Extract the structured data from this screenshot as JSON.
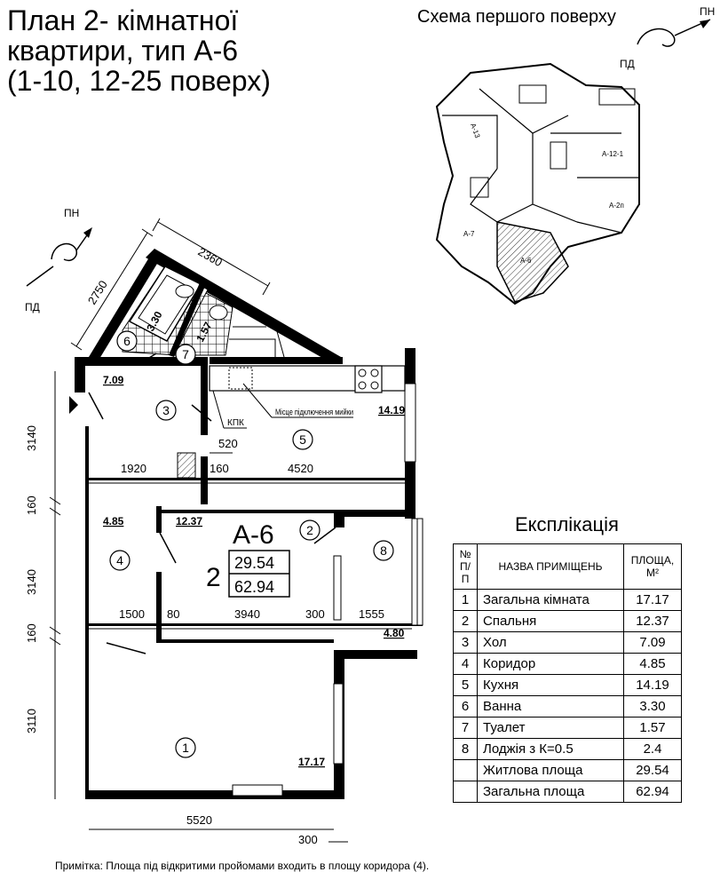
{
  "title_lines": [
    "План 2- кімнатної",
    "квартири, тип А-6",
    "(1-10, 12-25 поверх)"
  ],
  "schema": {
    "title": "Схема першого поверху",
    "north": "ПН",
    "south": "ПД",
    "apartment_labels": [
      "А-13",
      "А-12-1",
      "А-2п",
      "А-7",
      "А-6"
    ]
  },
  "compass": {
    "north": "ПН",
    "south": "ПД"
  },
  "plan": {
    "type_label": "А-6",
    "rooms_count": "2",
    "living_area": "29.54",
    "total_area": "62.94",
    "kpk_label": "КПК",
    "sink_label": "Місце підключення мийки",
    "room_numbers": [
      "1",
      "2",
      "3",
      "4",
      "5",
      "6",
      "7",
      "8"
    ],
    "room_areas": {
      "r1": "17.17",
      "r2": "12.37",
      "r3": "7.09",
      "r4": "4.85",
      "r5": "14.19",
      "r6": "3.30",
      "r7": "1.57",
      "r8": "4.80"
    },
    "dims": {
      "d2360": "2360",
      "d2750": "2750",
      "d520": "520",
      "d160a": "160",
      "d1920": "1920",
      "d4520": "4520",
      "d1500": "1500",
      "d80": "80",
      "d3940": "3940",
      "d300a": "300",
      "d1555": "1555",
      "d5520": "5520",
      "d300b": "300",
      "v3140a": "3140",
      "v160a": "160",
      "v3140b": "3140",
      "v160b": "160",
      "v3110": "3110"
    }
  },
  "explication": {
    "title": "Експлікація",
    "headers": {
      "num": "№ П/П",
      "name": "НАЗВА ПРИМІЩЕНЬ",
      "area": "ПЛОЩА, М²"
    },
    "rows": [
      {
        "n": "1",
        "name": "Загальна кімната",
        "area": "17.17"
      },
      {
        "n": "2",
        "name": "Спальня",
        "area": "12.37"
      },
      {
        "n": "3",
        "name": "Хол",
        "area": "7.09"
      },
      {
        "n": "4",
        "name": "Коридор",
        "area": "4.85"
      },
      {
        "n": "5",
        "name": "Кухня",
        "area": "14.19"
      },
      {
        "n": "6",
        "name": "Ванна",
        "area": "3.30"
      },
      {
        "n": "7",
        "name": "Туалет",
        "area": "1.57"
      },
      {
        "n": "8",
        "name": "Лоджія з К=0.5",
        "area": "2.4"
      },
      {
        "n": "",
        "name": "Житлова площа",
        "area": "29.54"
      },
      {
        "n": "",
        "name": "Загальна площа",
        "area": "62.94"
      }
    ]
  },
  "note": "Примітка: Площа під відкритими пройомами входить в площу коридора (4)."
}
